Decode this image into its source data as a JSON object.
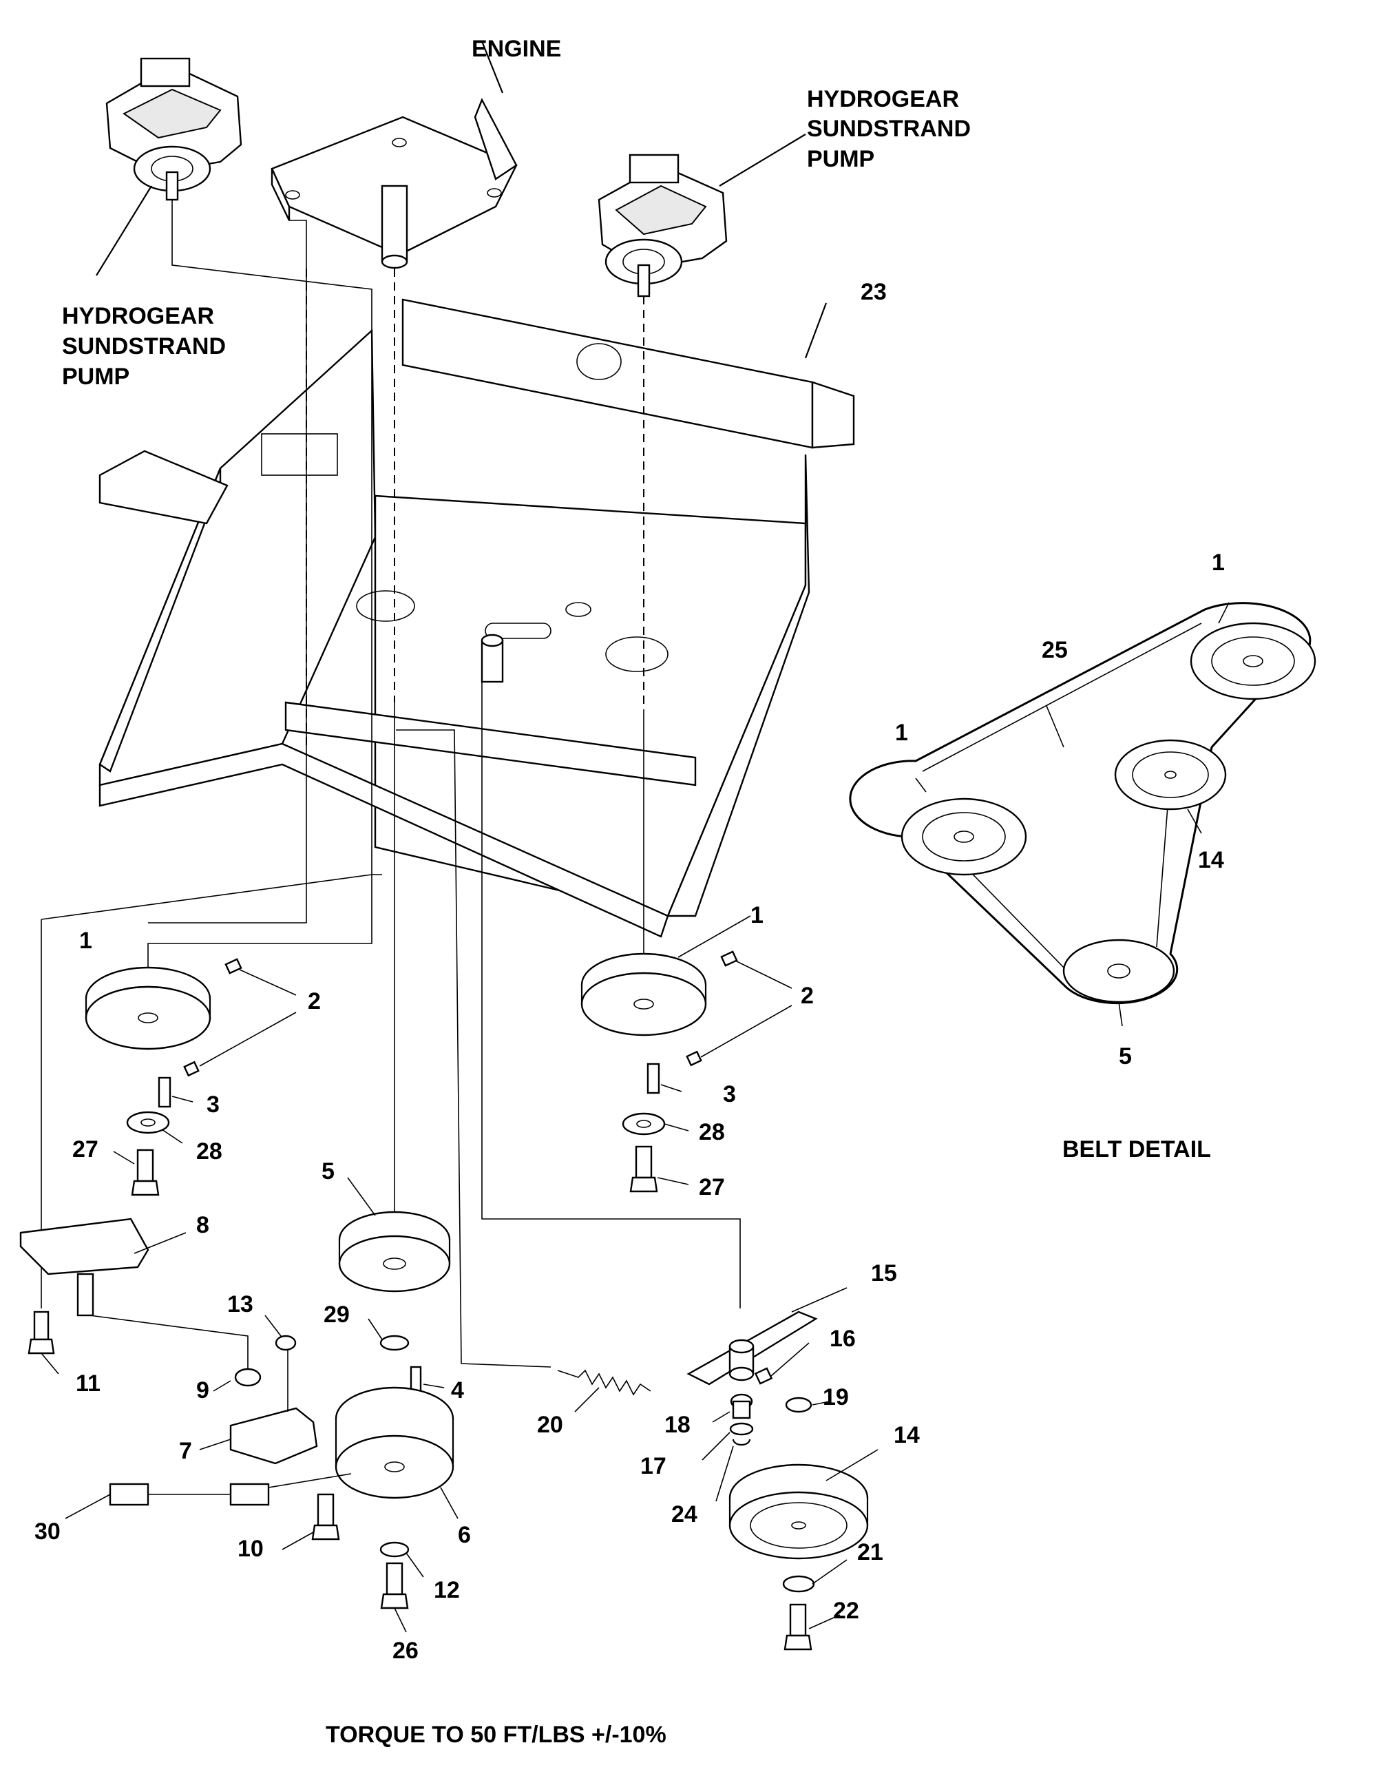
{
  "labels": {
    "engine": "ENGINE",
    "pump_left": [
      "HYDROGEAR",
      "SUNDSTRAND",
      "PUMP"
    ],
    "pump_right": [
      "HYDROGEAR",
      "SUNDSTRAND",
      "PUMP"
    ],
    "belt_detail": "BELT DETAIL",
    "torque_note": "TORQUE TO 50 FT/LBS +/-10%"
  },
  "callouts": [
    {
      "id": "c23",
      "text": "23"
    },
    {
      "id": "c1_bd_top",
      "text": "1"
    },
    {
      "id": "c25",
      "text": "25"
    },
    {
      "id": "c1_bd_left",
      "text": "1"
    },
    {
      "id": "c14_bd",
      "text": "14"
    },
    {
      "id": "c5_bd",
      "text": "5"
    },
    {
      "id": "c1_left",
      "text": "1"
    },
    {
      "id": "c2_left",
      "text": "2"
    },
    {
      "id": "c3_left",
      "text": "3"
    },
    {
      "id": "c27_left",
      "text": "27"
    },
    {
      "id": "c28_left",
      "text": "28"
    },
    {
      "id": "c1_right",
      "text": "1"
    },
    {
      "id": "c2_right",
      "text": "2"
    },
    {
      "id": "c3_right",
      "text": "3"
    },
    {
      "id": "c28_right",
      "text": "28"
    },
    {
      "id": "c27_right",
      "text": "27"
    },
    {
      "id": "c8",
      "text": "8"
    },
    {
      "id": "c11",
      "text": "11"
    },
    {
      "id": "c5",
      "text": "5"
    },
    {
      "id": "c13",
      "text": "13"
    },
    {
      "id": "c29",
      "text": "29"
    },
    {
      "id": "c4",
      "text": "4"
    },
    {
      "id": "c9",
      "text": "9"
    },
    {
      "id": "c7",
      "text": "7"
    },
    {
      "id": "c30",
      "text": "30"
    },
    {
      "id": "c10",
      "text": "10"
    },
    {
      "id": "c6",
      "text": "6"
    },
    {
      "id": "c12",
      "text": "12"
    },
    {
      "id": "c26",
      "text": "26"
    },
    {
      "id": "c20",
      "text": "20"
    },
    {
      "id": "c15",
      "text": "15"
    },
    {
      "id": "c16",
      "text": "16"
    },
    {
      "id": "c19",
      "text": "19"
    },
    {
      "id": "c18",
      "text": "18"
    },
    {
      "id": "c17",
      "text": "17"
    },
    {
      "id": "c24",
      "text": "24"
    },
    {
      "id": "c14",
      "text": "14"
    },
    {
      "id": "c21",
      "text": "21"
    },
    {
      "id": "c22",
      "text": "22"
    }
  ]
}
